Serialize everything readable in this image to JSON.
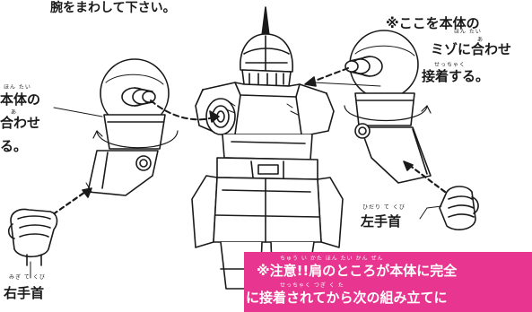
{
  "captions": {
    "top_left": "腕をまわして下さい。",
    "instruction_line1": "※ここを本体の",
    "instruction_line1_ruby": "ほん たい",
    "instruction_line2": "ミゾに合わせ",
    "instruction_line2_ruby": "あ",
    "instruction_line3": "接着する。",
    "instruction_line3_ruby": "せっちゃく",
    "left_line1": "本体の",
    "left_line1_ruby": "ほん たい",
    "left_line2": "合わせ",
    "left_line2_ruby": "あ",
    "left_line3": "る。"
  },
  "labels": {
    "left_hand": "左手首",
    "left_hand_ruby": "ひだり て くび",
    "right_hand": "右手首",
    "right_hand_ruby": "みぎ て くび"
  },
  "note": {
    "line1": "※注意!!肩のところが本体に完全",
    "line1_ruby": "ちゅう い        かた               ほん たい   かん ぜん",
    "line2": "に接着されてから次の組み立てに",
    "line2_ruby": "せっちゃく          つぎ   く    た",
    "background": "#e8358f"
  }
}
